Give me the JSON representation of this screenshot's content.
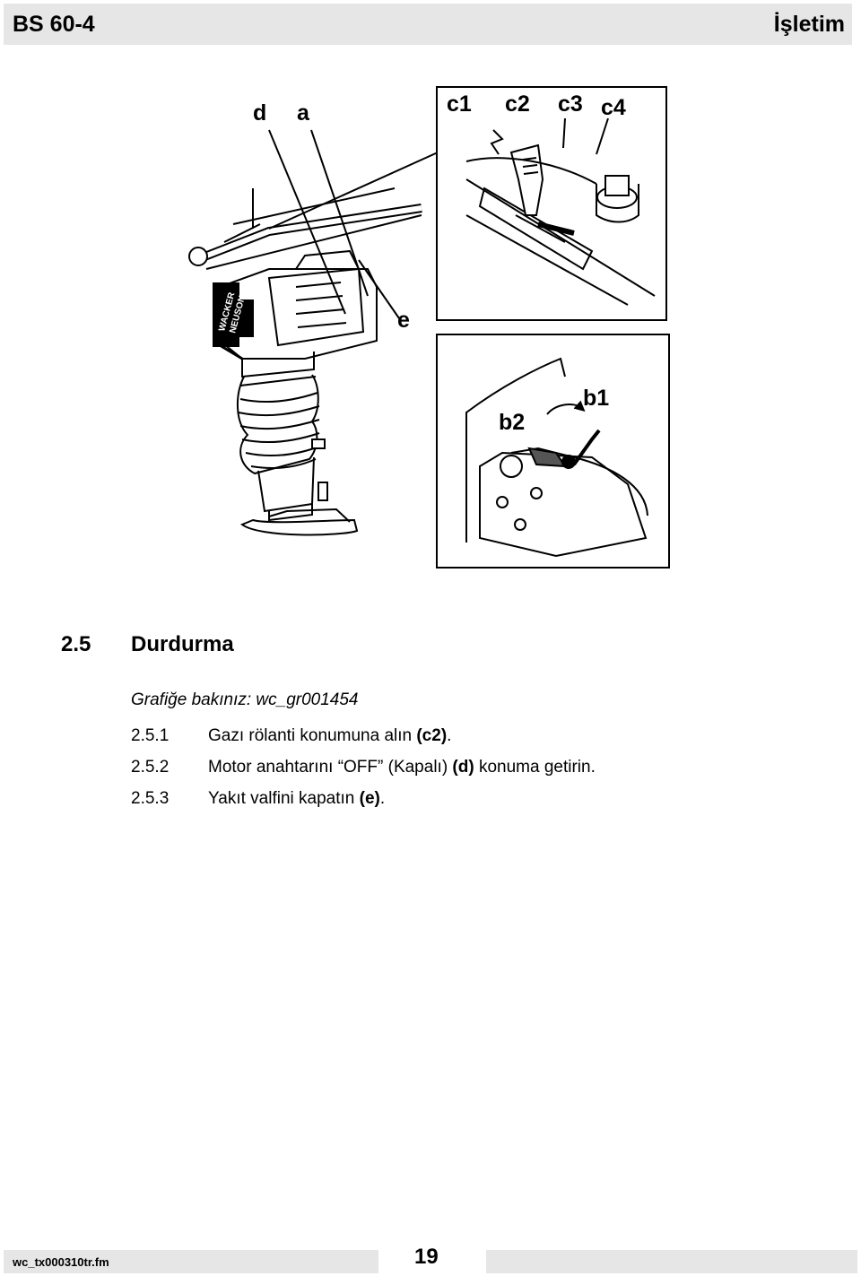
{
  "header": {
    "left": "BS 60-4",
    "right": "İşletim"
  },
  "figure": {
    "callouts": {
      "d": "d",
      "a": "a",
      "c1": "c1",
      "c2": "c2",
      "c3": "c3",
      "c4": "c4",
      "e": "e",
      "b1": "b1",
      "b2": "b2"
    },
    "logo_text": [
      "WACKER",
      "NEUSON"
    ]
  },
  "section": {
    "number": "2.5",
    "title": "Durdurma",
    "reference": "Grafiğe bakınız: wc_gr001454",
    "steps": [
      {
        "num": "2.5.1",
        "text": "Gazı rölanti konumuna alın ",
        "bold": "(c2)",
        "tail": "."
      },
      {
        "num": "2.5.2",
        "text": "Motor anahtarını “OFF” (Kapalı) ",
        "bold": "(d)",
        "tail": " konuma getirin."
      },
      {
        "num": "2.5.3",
        "text": "Yakıt valfini kapatın ",
        "bold": "(e)",
        "tail": "."
      }
    ]
  },
  "footer": {
    "file": "wc_tx000310tr.fm",
    "page": "19"
  }
}
